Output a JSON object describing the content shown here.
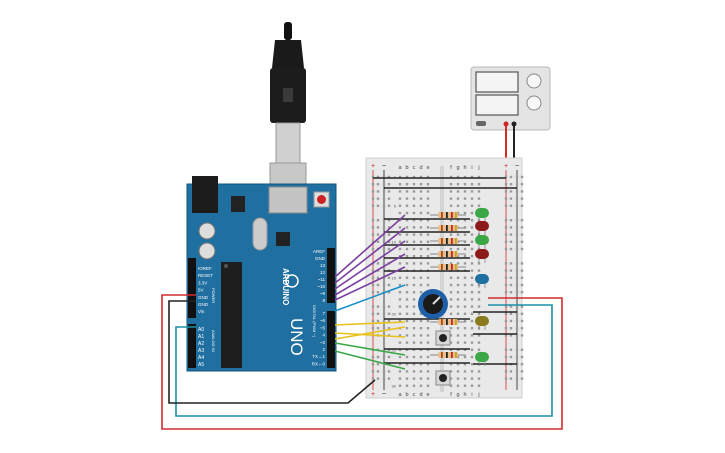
{
  "arduino": {
    "brand": "ARDUINO",
    "model": "UNO",
    "power_header_label": "POWER",
    "analog_header_label": "ANALOG IN",
    "digital_header_label": "DIGITAL (PWM ~)",
    "power_pins": [
      "IOREF",
      "RESET",
      "3.3V",
      "5V",
      "GND",
      "GND",
      "Vin"
    ],
    "analog_pins": [
      "A0",
      "A1",
      "A2",
      "A3",
      "A4",
      "A5"
    ],
    "digital_pins_top": [
      "AREF",
      "GND",
      "13",
      "12",
      "~11",
      "~10",
      "~9",
      "8"
    ],
    "digital_pins_bottom": [
      "7",
      "~6",
      "~5",
      "4",
      "~3",
      "2",
      "TX→1",
      "RX←0"
    ]
  },
  "breadboard": {
    "columns_left": [
      "a",
      "b",
      "c",
      "d",
      "e"
    ],
    "columns_right": [
      "f",
      "g",
      "h",
      "i",
      "j"
    ],
    "rows": [
      "1",
      "5",
      "10",
      "15",
      "20",
      "25",
      "30"
    ],
    "rail_plus": "+",
    "rail_minus": "−"
  },
  "components": {
    "led_colors": [
      "#3aa646",
      "#8c1a1a",
      "#3aa646",
      "#8c1a1a",
      "#1f6fa0",
      "#8a7a20",
      "#3aa646"
    ],
    "wire_colors": {
      "purple": "#7b3fa0",
      "blue": "#1a8fc8",
      "yellow": "#e8c21a",
      "green": "#3aa646",
      "red": "#d42a2a",
      "black": "#222222",
      "teal": "#1a8fa8"
    }
  }
}
